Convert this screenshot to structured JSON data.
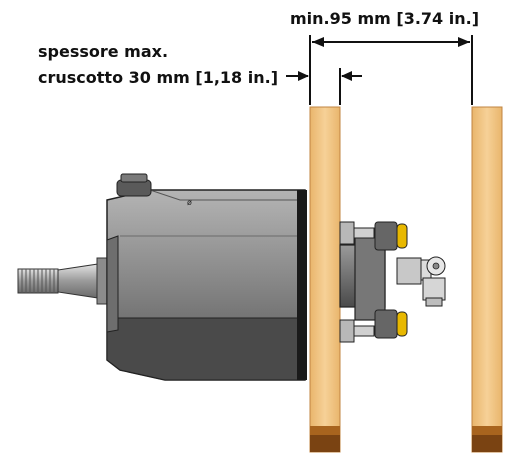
{
  "annotations": {
    "min_clearance": "min.95 mm [3.74 in.]",
    "thickness_line1": "spessore max.",
    "thickness_line2": "cruscotto 30 mm [1,18 in.]"
  },
  "colors": {
    "panel_wood": "#F3C98A",
    "panel_wood_dark": "#A8641E",
    "pump_body": "#8A8A8A",
    "pump_dark": "#3C3C3C",
    "fitting_yellow": "#E8B800",
    "outline": "#111111"
  }
}
